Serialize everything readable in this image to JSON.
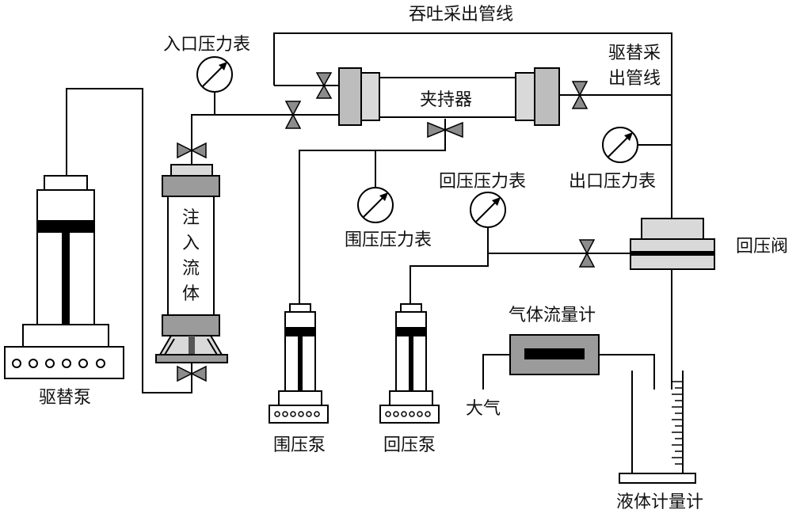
{
  "labels": {
    "tuntu_line": "吞吐采出管线",
    "inlet_gauge": "入口压力表",
    "displacement_line_1": "驱替采",
    "displacement_line_2": "出管线",
    "holder": "夹持器",
    "outlet_gauge": "出口压力表",
    "back_gauge": "回压压力表",
    "confining_gauge": "围压压力表",
    "back_valve": "回压阀",
    "injection_fluid": [
      "注",
      "入",
      "流",
      "体"
    ],
    "gas_meter": "气体流量计",
    "atmosphere": "大气",
    "drive_pump": "驱替泵",
    "confining_pump": "围压泵",
    "back_pump": "回压泵",
    "liquid_meter": "液体计量计"
  },
  "colors": {
    "line": "#000000",
    "metal_light": "#d9d9d9",
    "metal_dark": "#9b9b9b",
    "valve": "#8c8c8c",
    "white": "#ffffff"
  }
}
